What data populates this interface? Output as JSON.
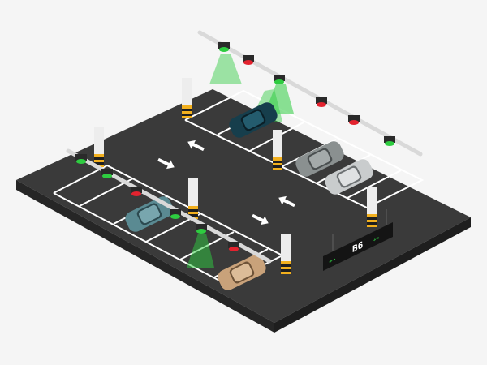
{
  "scene": {
    "background": "#f5f5f5",
    "lot_color": "#3a3a3a",
    "lot_edge_color": "#262626",
    "line_color": "#ffffff",
    "pillar_color": "#ededed",
    "pillar_stripe_a": "#f2b01e",
    "pillar_stripe_b": "#1f1f1f",
    "rail_color": "#d9d9d9"
  },
  "status_colors": {
    "free": "#2ecc40",
    "occupied": "#e3232f"
  },
  "sign": {
    "level_label": "B6",
    "arrow_left_glyph": "➔➔",
    "arrow_right_glyph": "➔➔",
    "text_color": "#ffffff",
    "accent_color": "#2ecc40"
  },
  "cars": [
    {
      "name": "car-dark-teal",
      "color": "#163e4c"
    },
    {
      "name": "car-grey",
      "color": "#8a9090"
    },
    {
      "name": "car-silver",
      "color": "#c9cccd"
    },
    {
      "name": "car-teal",
      "color": "#5a8a92"
    },
    {
      "name": "car-gold",
      "color": "#c9a27a"
    }
  ]
}
